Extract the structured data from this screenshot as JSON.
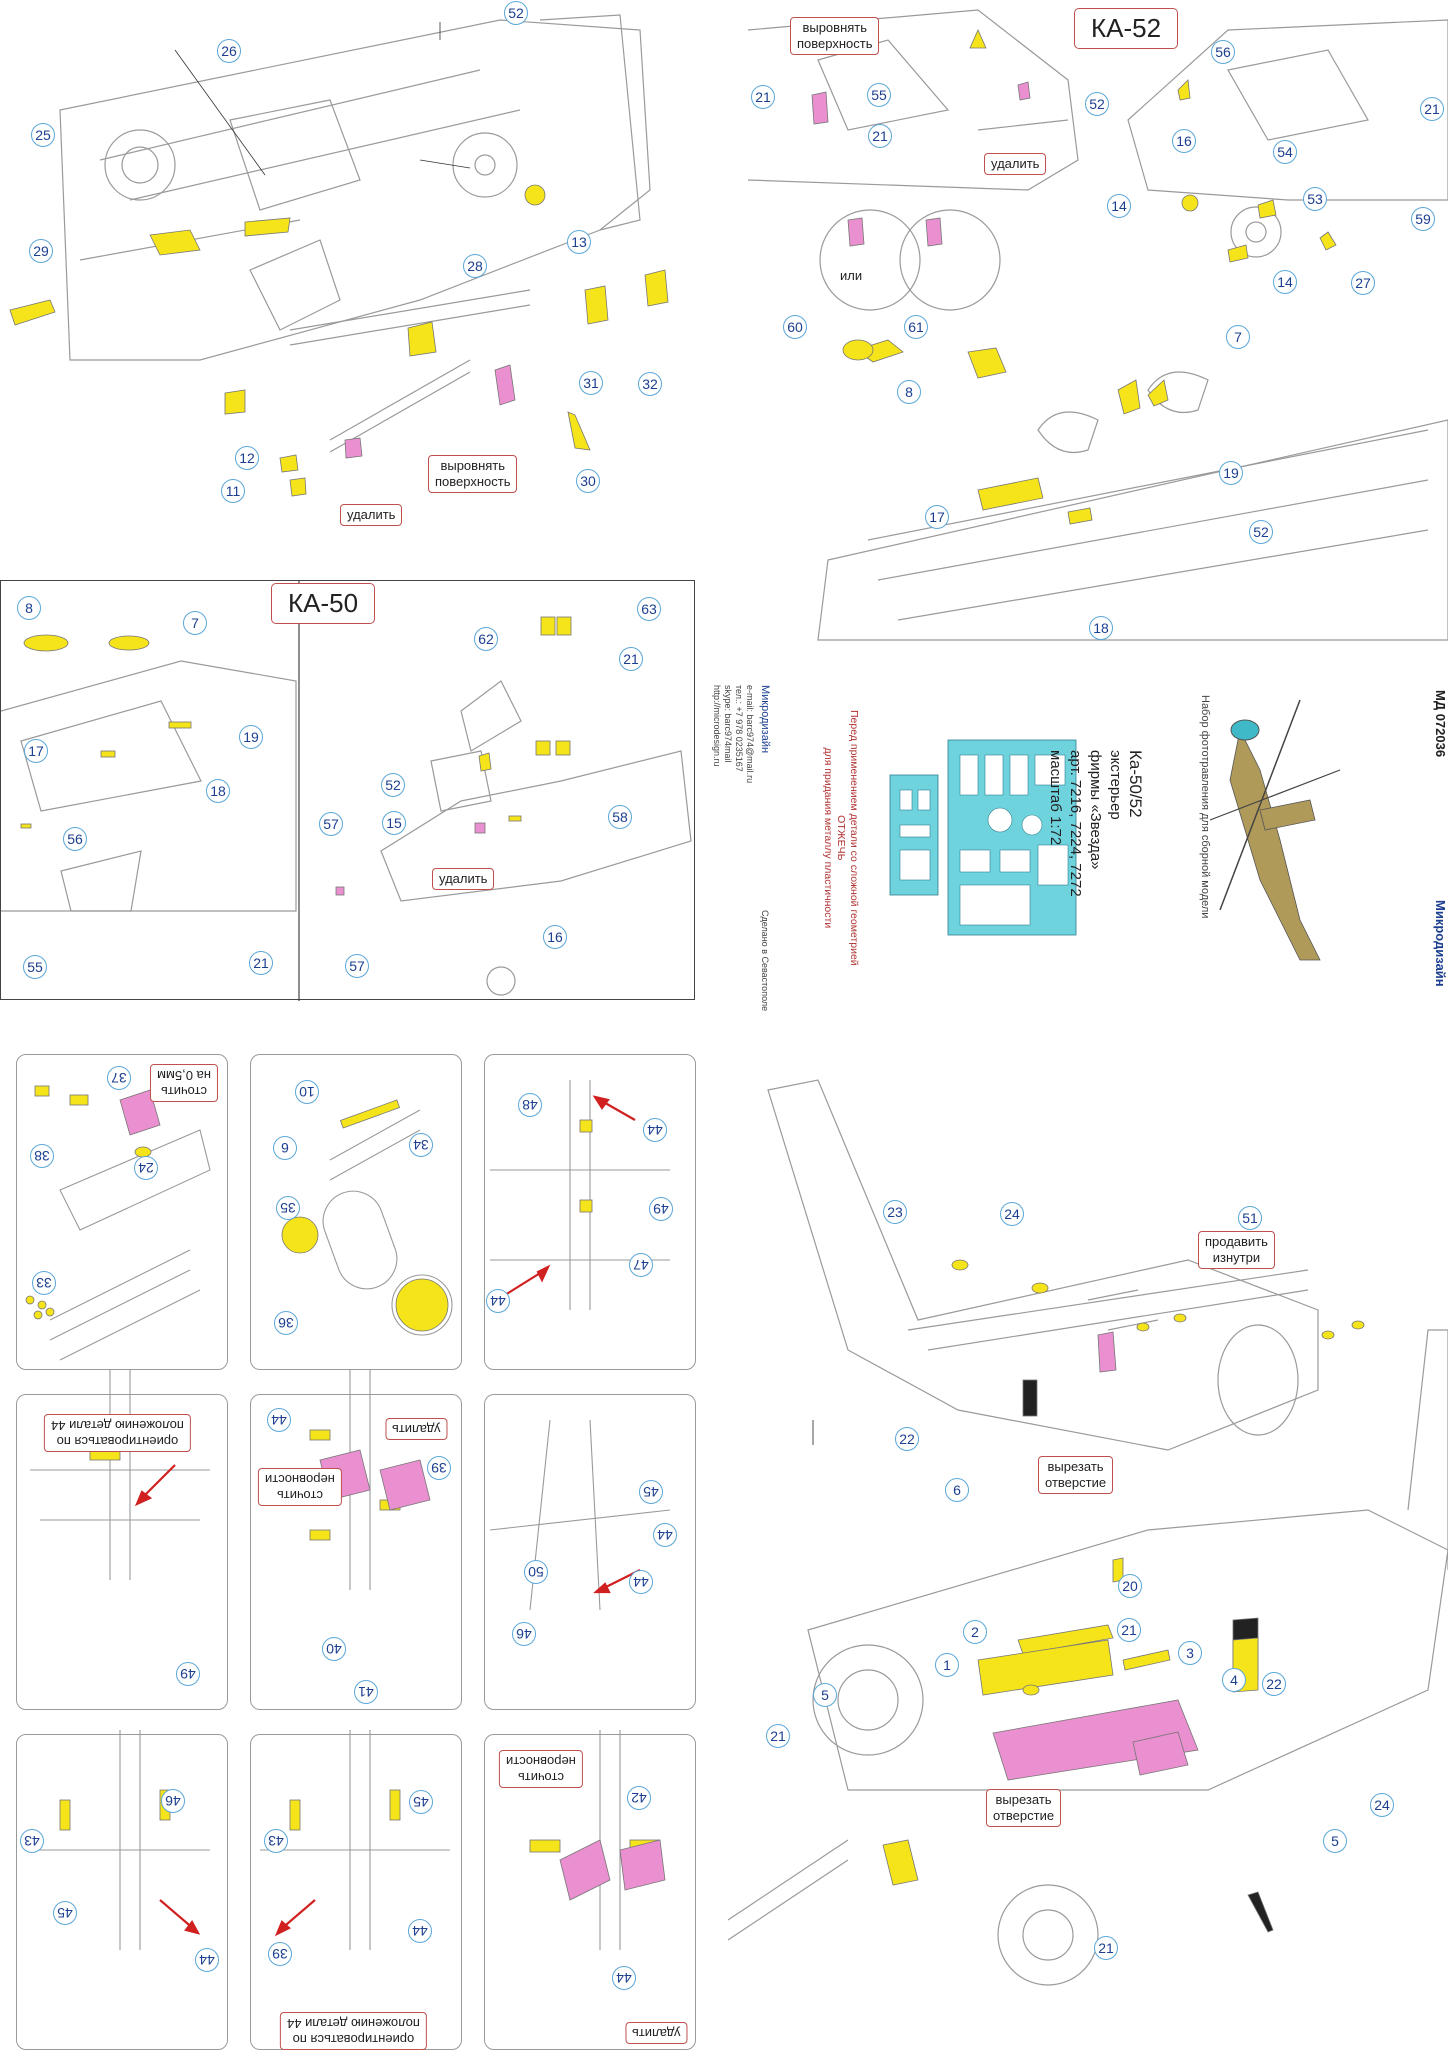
{
  "titles": {
    "ka52": "КА-52",
    "ka50": "КА-50"
  },
  "notes": {
    "level_surface": "выровнять\nповерхность",
    "remove": "удалить",
    "or": "или",
    "push_through": "продавить\nизнутри",
    "cut_hole": "вырезать\nотверстие",
    "grind_0_5": "сточить\nна 0,5мм",
    "grind_uneven": "сточить\nнеровности",
    "orient_44": "ориентироваться по\nположению детали 44"
  },
  "cover": {
    "brand": "Микродизайн",
    "article": "МД 072036",
    "kit_intro": "Набор фототравления для сборной модели",
    "model": "Ка-50/52",
    "type": "экстерьер",
    "maker": "фирмы «Звезда»",
    "articles": "арт. 7216, 7224, 7272",
    "scale": "масштаб 1:72",
    "warning_1": "Перед применением детали со сложной геометрией",
    "warning_2": "ОТЖЕЧЬ",
    "warning_3": "для придания металлу пластичности",
    "contact_1": "e-mail: barc974@mail.ru",
    "contact_2": "тел.: +7 978 0235167",
    "contact_3": "skype: barc974mail",
    "contact_4": "http://microdesign.ru",
    "made_in": "Сделано в Севастополе"
  },
  "callouts": {
    "top_left": [
      "52",
      "26",
      "25",
      "13",
      "28",
      "29",
      "31",
      "32",
      "12",
      "11",
      "30"
    ],
    "top_right": [
      "21",
      "55",
      "21",
      "52",
      "56",
      "16",
      "54",
      "21",
      "14",
      "53",
      "59",
      "14",
      "27",
      "60",
      "61",
      "7",
      "8",
      "19",
      "17",
      "52",
      "18"
    ],
    "ka50_left": [
      "8",
      "7",
      "19",
      "17",
      "18",
      "56",
      "55",
      "21"
    ],
    "ka50_right": [
      "62",
      "63",
      "21",
      "52",
      "15",
      "58",
      "57",
      "57",
      "16"
    ],
    "bottom_right": [
      "23",
      "24",
      "51",
      "22",
      "6",
      "20",
      "21",
      "2",
      "3",
      "1",
      "4",
      "22",
      "5",
      "21",
      "24",
      "5",
      "21"
    ],
    "steps": [
      "38",
      "37",
      "24",
      "33",
      "10",
      "6",
      "34",
      "35",
      "36",
      "48",
      "44",
      "47",
      "44",
      "49",
      "44",
      "49",
      "44",
      "39",
      "40",
      "41",
      "45",
      "44",
      "50",
      "46",
      "43",
      "46",
      "45",
      "44",
      "43",
      "45",
      "44",
      "39",
      "42",
      "44"
    ]
  },
  "colors": {
    "part_yellow": "#f5e41a",
    "part_pink": "#ea8fcf",
    "outline_blue": "#5aa7d8",
    "note_red": "#c0504d",
    "fret_cyan": "#6fd3de"
  }
}
